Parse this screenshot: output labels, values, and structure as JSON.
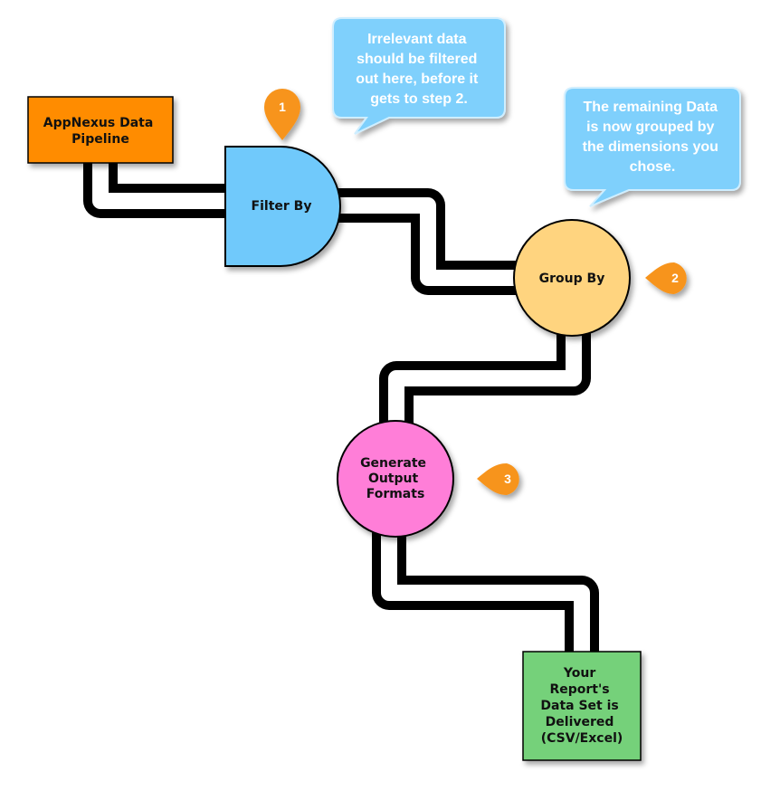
{
  "nodes": {
    "pipeline": {
      "label_lines": [
        "AppNexus Data",
        "Pipeline"
      ],
      "color": "#ff8c00"
    },
    "filter": {
      "label_lines": [
        "Filter By"
      ],
      "color": "#6fc9fb"
    },
    "group": {
      "label_lines": [
        "Group By"
      ],
      "color": "#ffd47f"
    },
    "output": {
      "label_lines": [
        "Generate",
        "Output",
        "Formats"
      ],
      "color": "#ff7ed8"
    },
    "delivered": {
      "label_lines": [
        "Your",
        "Report's",
        "Data Set is",
        "Delivered",
        "(CSV/Excel)"
      ],
      "color": "#74d17a"
    }
  },
  "callouts": {
    "filter_note": {
      "lines": [
        "Irrelevant data",
        "should be filtered",
        "out here, before it",
        "gets to step 2."
      ],
      "color": "#7fd0fc"
    },
    "group_note": {
      "lines": [
        "The remaining Data",
        "is now grouped by",
        "the dimensions you",
        "chose."
      ],
      "color": "#7fd0fc"
    }
  },
  "badges": {
    "step1": {
      "label": "1",
      "color": "#f7941d"
    },
    "step2": {
      "label": "2",
      "color": "#f7941d"
    },
    "step3": {
      "label": "3",
      "color": "#f7941d"
    }
  }
}
